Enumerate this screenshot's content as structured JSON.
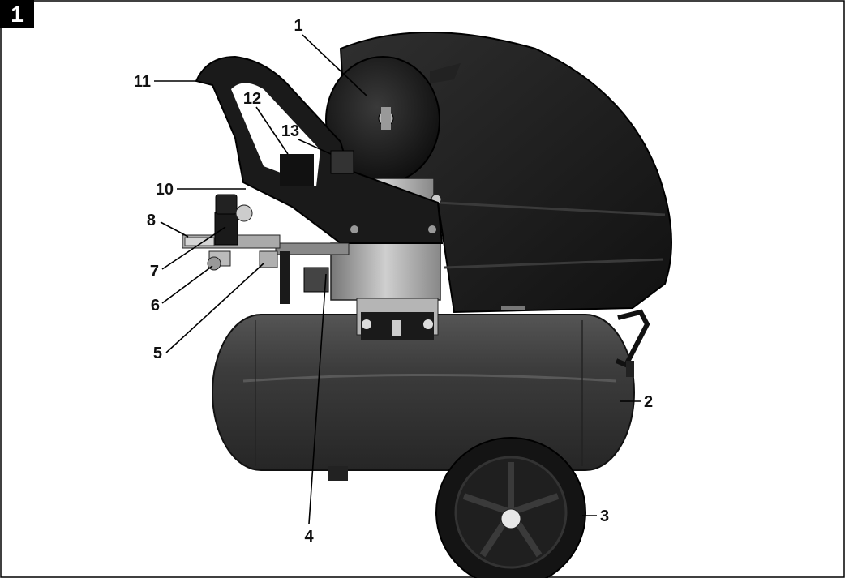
{
  "figure": {
    "number": "1"
  },
  "callouts": [
    {
      "id": "c1",
      "label": "1"
    },
    {
      "id": "c2",
      "label": "2"
    },
    {
      "id": "c3",
      "label": "3"
    },
    {
      "id": "c4",
      "label": "4"
    },
    {
      "id": "c5",
      "label": "5"
    },
    {
      "id": "c6",
      "label": "6"
    },
    {
      "id": "c7",
      "label": "7"
    },
    {
      "id": "c8",
      "label": "8"
    },
    {
      "id": "c10",
      "label": "10"
    },
    {
      "id": "c11",
      "label": "11"
    },
    {
      "id": "c12",
      "label": "12"
    },
    {
      "id": "c13",
      "label": "13"
    }
  ],
  "colors": {
    "background": "#ffffff",
    "frame": "#000000",
    "tank": "#3a3a3a",
    "housing": "#1c1c1c",
    "metal": "#a8a8a8",
    "wheel": "#141414"
  }
}
